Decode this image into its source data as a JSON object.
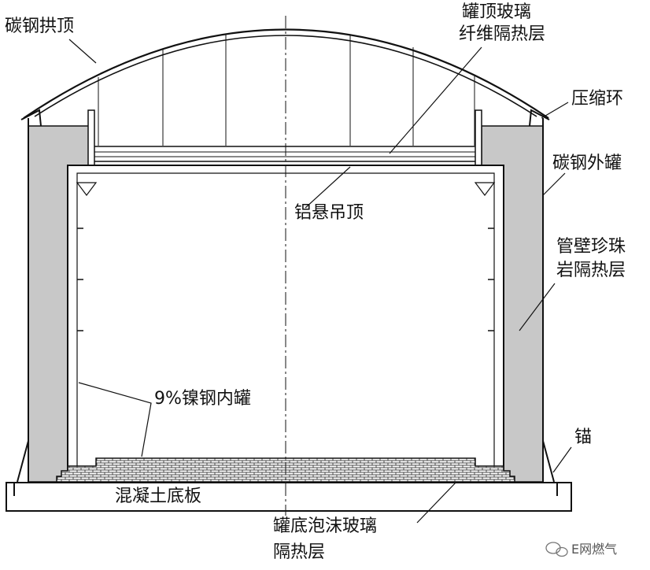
{
  "labels": {
    "roof": "碳钢拱顶",
    "roof_insulation_1": "罐顶玻璃",
    "roof_insulation_2": "纤维隔热层",
    "compression_ring": "压缩环",
    "outer_tank": "碳钢外罐",
    "suspended_deck": "铝悬吊顶",
    "wall_insulation_1": "管壁珍珠",
    "wall_insulation_2": "岩隔热层",
    "inner_tank": "9%镍钢内罐",
    "anchor": "锚",
    "base_slab": "混凝土底板",
    "bottom_insulation_1": "罐底泡沫玻璃",
    "bottom_insulation_2": "隔热层"
  },
  "watermark": "E网燃气",
  "colors": {
    "line": "#111111",
    "insulation": "#c8c8c8",
    "background": "#ffffff"
  }
}
